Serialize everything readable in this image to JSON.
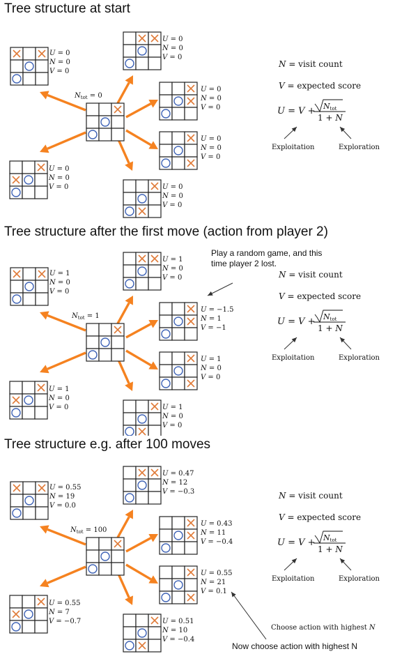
{
  "colors": {
    "x_mark": "#e07b39",
    "o_mark": "#3f63b5",
    "arrow": "#f58220",
    "grid": "#222222"
  },
  "legend": {
    "n_def": "N = visit count",
    "v_def": "V = expected score",
    "u_formula": "U = V + √N_tot / (1 + N)",
    "exploitation": "Exploitation",
    "exploration": "Exploration"
  },
  "panels": [
    {
      "title": "Tree structure at start",
      "root_label": "N_tot = 0",
      "root_board": [
        "",
        "",
        "X",
        "",
        "O",
        "",
        "O",
        "",
        ""
      ],
      "children": [
        {
          "board": [
            "X",
            "",
            "X",
            "",
            "O",
            "",
            "O",
            "",
            ""
          ],
          "stats": [
            "U = 0",
            "N = 0",
            "V = 0"
          ]
        },
        {
          "board": [
            "",
            "X",
            "X",
            "",
            "O",
            "",
            "O",
            "",
            ""
          ],
          "stats": [
            "U = 0",
            "N = 0",
            "V = 0"
          ]
        },
        {
          "board": [
            "",
            "",
            "X",
            "",
            "O",
            "X",
            "O",
            "",
            ""
          ],
          "stats": [
            "U = 0",
            "N = 0",
            "V = 0"
          ]
        },
        {
          "board": [
            "",
            "",
            "X",
            "",
            "O",
            "",
            "O",
            "",
            "X"
          ],
          "stats": [
            "U = 0",
            "N = 0",
            "V = 0"
          ]
        },
        {
          "board": [
            "",
            "",
            "X",
            "",
            "O",
            "",
            "O",
            "X",
            ""
          ],
          "stats": [
            "U = 0",
            "N = 0",
            "V = 0"
          ]
        },
        {
          "board": [
            "",
            "",
            "X",
            "X",
            "O",
            "",
            "O",
            "",
            ""
          ],
          "stats": [
            "U = 0",
            "N = 0",
            "V = 0"
          ]
        }
      ]
    },
    {
      "title": "Tree structure after the first move (action from player 2)",
      "root_label": "N_tot = 1",
      "root_board": [
        "",
        "",
        "X",
        "",
        "O",
        "",
        "O",
        "",
        ""
      ],
      "note": "Play a random game, and this time player 2 lost.",
      "children": [
        {
          "board": [
            "X",
            "",
            "X",
            "",
            "O",
            "",
            "O",
            "",
            ""
          ],
          "stats": [
            "U = 1",
            "N = 0",
            "V = 0"
          ]
        },
        {
          "board": [
            "",
            "X",
            "X",
            "",
            "O",
            "",
            "O",
            "",
            ""
          ],
          "stats": [
            "U = 1",
            "N = 0",
            "V = 0"
          ]
        },
        {
          "board": [
            "",
            "",
            "X",
            "",
            "O",
            "X",
            "O",
            "",
            ""
          ],
          "stats": [
            "U = −1.5",
            "N = 1",
            "V = −1"
          ]
        },
        {
          "board": [
            "",
            "",
            "X",
            "",
            "O",
            "",
            "O",
            "",
            "X"
          ],
          "stats": [
            "U = 1",
            "N = 0",
            "V = 0"
          ]
        },
        {
          "board": [
            "",
            "",
            "X",
            "",
            "O",
            "",
            "O",
            "X",
            ""
          ],
          "stats": [
            "U = 1",
            "N = 0",
            "V = 0"
          ]
        },
        {
          "board": [
            "",
            "",
            "X",
            "X",
            "O",
            "",
            "O",
            "",
            ""
          ],
          "stats": [
            "U = 1",
            "N = 0",
            "V = 0"
          ]
        }
      ]
    },
    {
      "title": "Tree structure e.g. after 100 moves",
      "root_label": "N_tot = 100",
      "root_board": [
        "",
        "",
        "X",
        "",
        "O",
        "",
        "O",
        "",
        ""
      ],
      "note": "Now choose  action with highest N",
      "choose_text": "Choose action with highest N",
      "children": [
        {
          "board": [
            "X",
            "",
            "X",
            "",
            "O",
            "",
            "O",
            "",
            ""
          ],
          "stats": [
            "U = 0.55",
            "N = 19",
            "V = 0.0"
          ]
        },
        {
          "board": [
            "",
            "X",
            "X",
            "",
            "O",
            "",
            "O",
            "",
            ""
          ],
          "stats": [
            "U = 0.47",
            "N = 12",
            "V = −0.3"
          ]
        },
        {
          "board": [
            "",
            "",
            "X",
            "",
            "O",
            "X",
            "O",
            "",
            ""
          ],
          "stats": [
            "U = 0.43",
            "N = 11",
            "V = −0.4"
          ]
        },
        {
          "board": [
            "",
            "",
            "X",
            "",
            "O",
            "",
            "O",
            "",
            "X"
          ],
          "stats": [
            "U = 0.55",
            "N = 21",
            "V = 0.1"
          ]
        },
        {
          "board": [
            "",
            "",
            "X",
            "",
            "O",
            "",
            "O",
            "X",
            ""
          ],
          "stats": [
            "U = 0.51",
            "N = 10",
            "V = −0.4"
          ]
        },
        {
          "board": [
            "",
            "",
            "X",
            "X",
            "O",
            "",
            "O",
            "",
            ""
          ],
          "stats": [
            "U = 0.55",
            "N = 7",
            "V = −0.7"
          ]
        }
      ]
    }
  ]
}
